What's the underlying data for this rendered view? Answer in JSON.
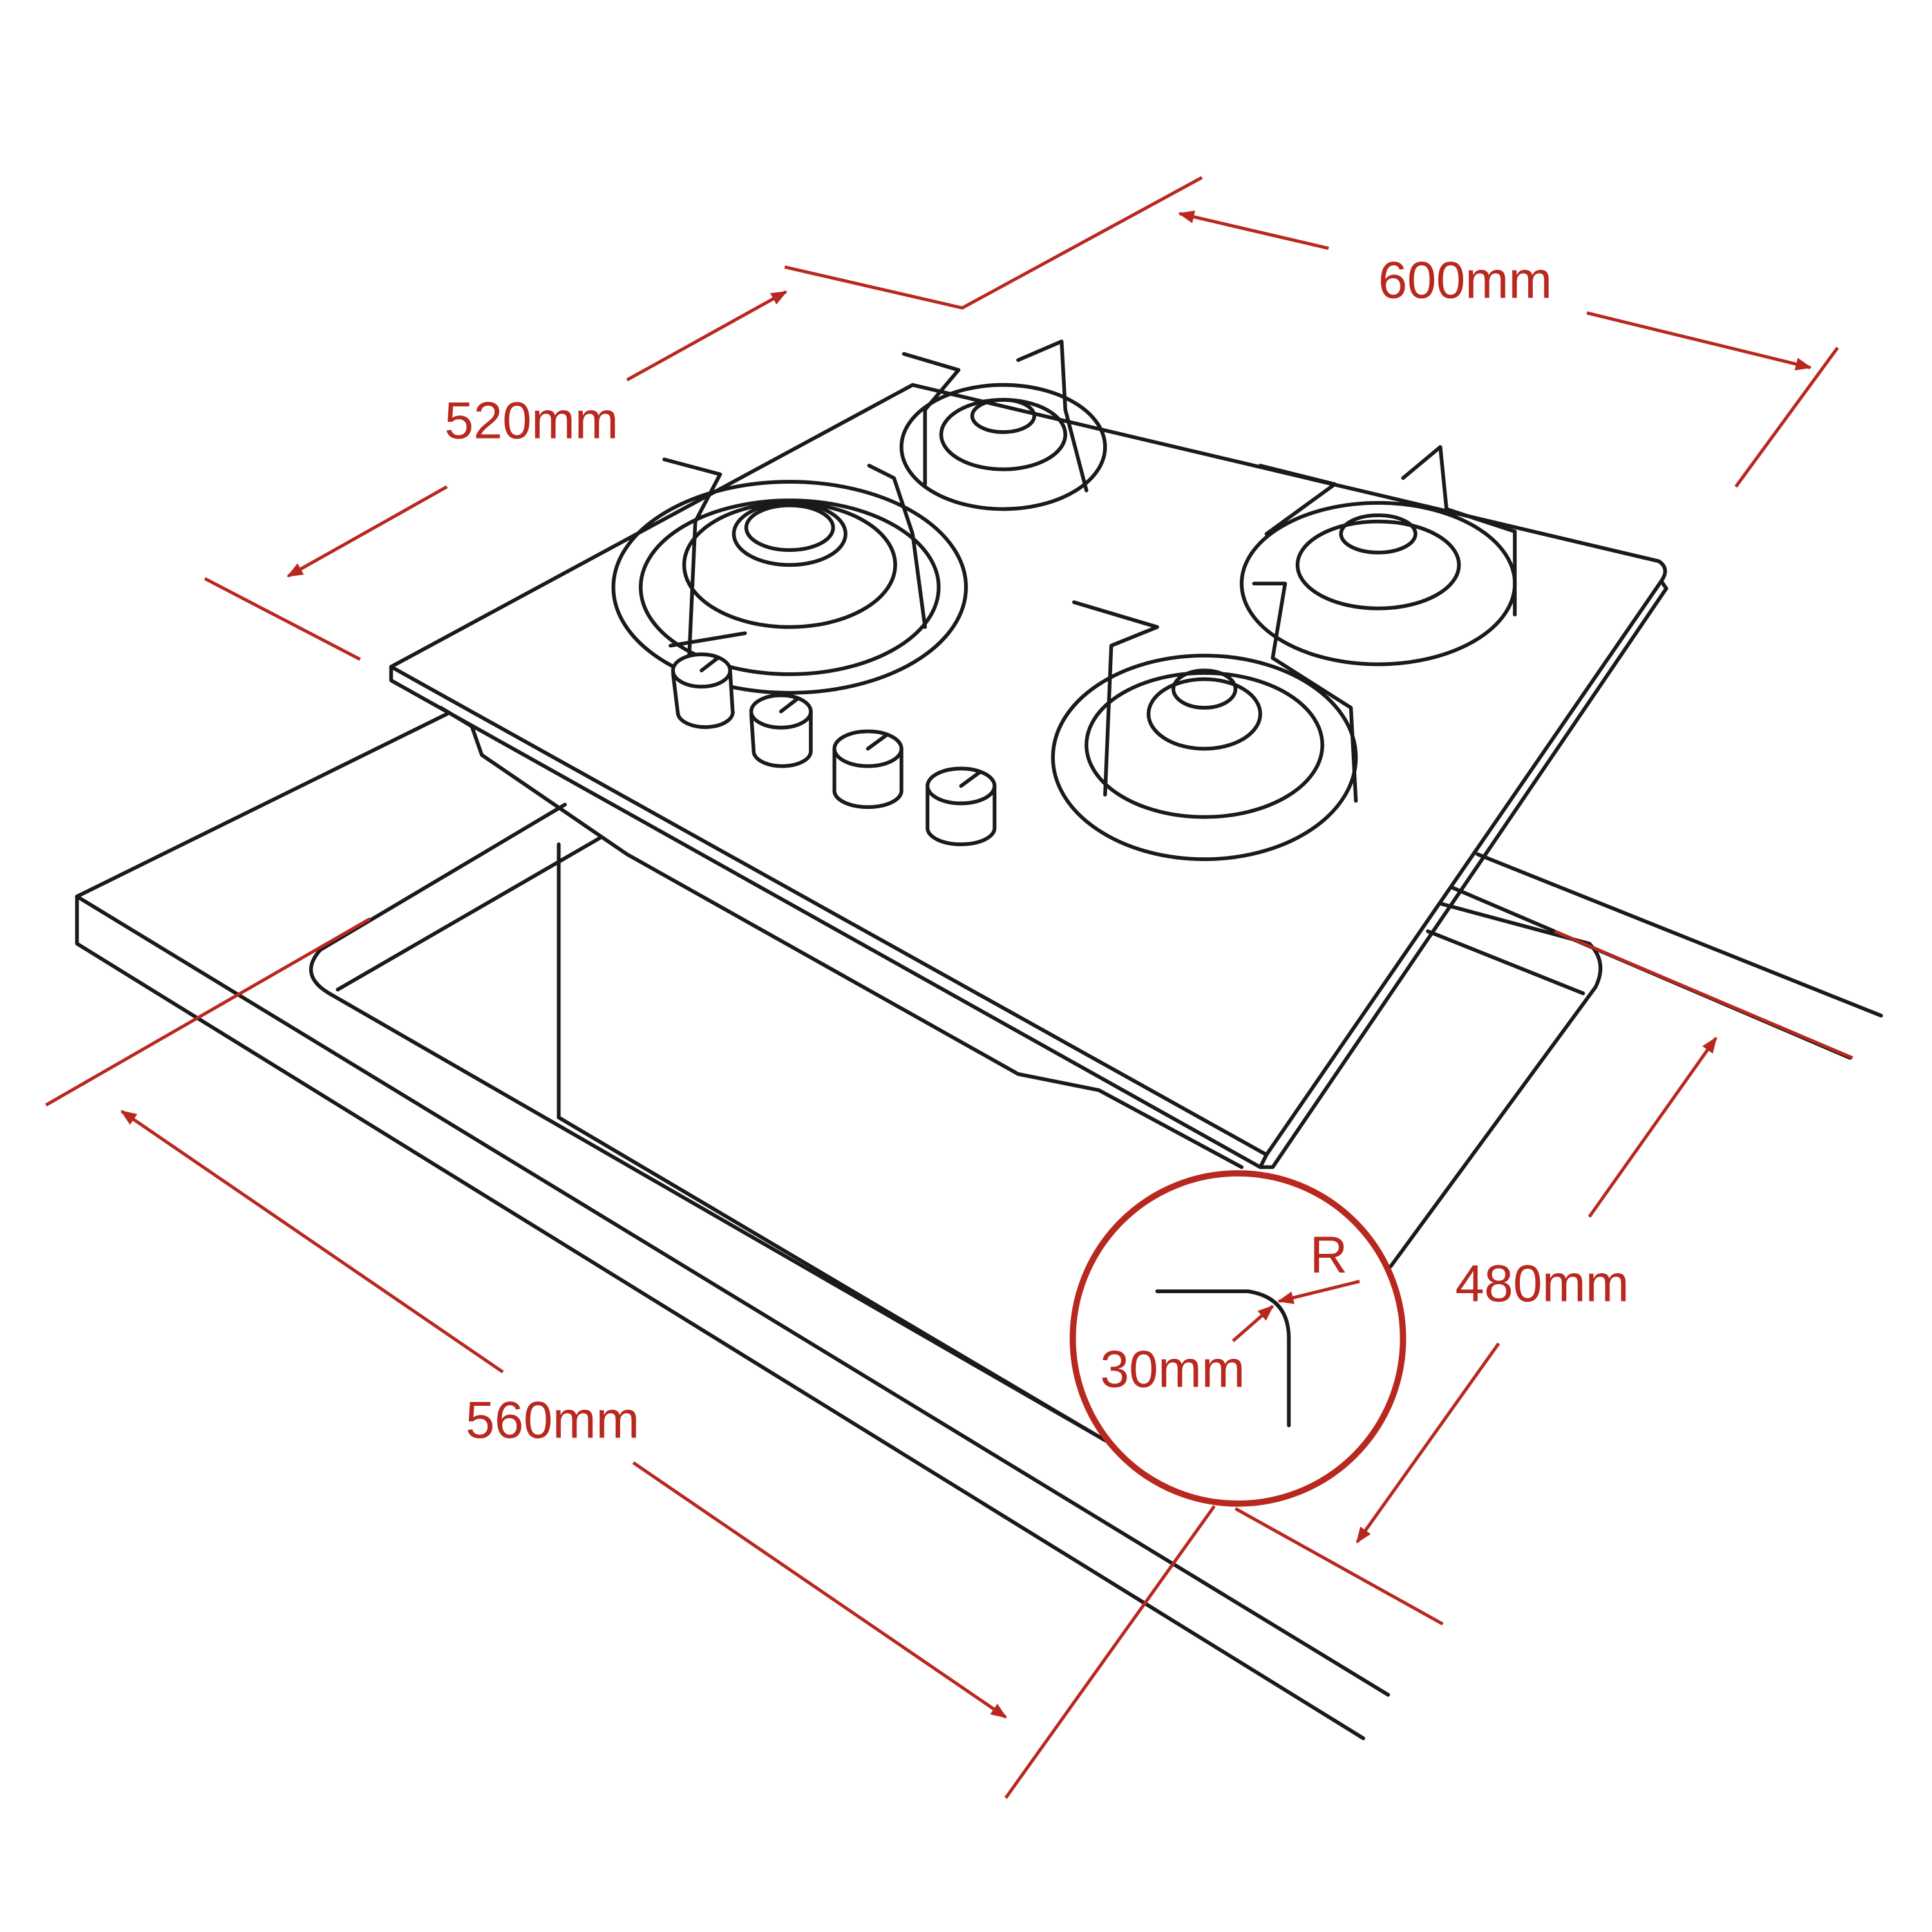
{
  "colors": {
    "dimension": "#b8281e",
    "outline": "#1a1a1a"
  },
  "dimensions": {
    "width": "600mm",
    "depth": "520mm",
    "cutout_width": "560mm",
    "cutout_depth": "480mm",
    "corner_radius_label": "R",
    "corner_radius": "30mm"
  }
}
